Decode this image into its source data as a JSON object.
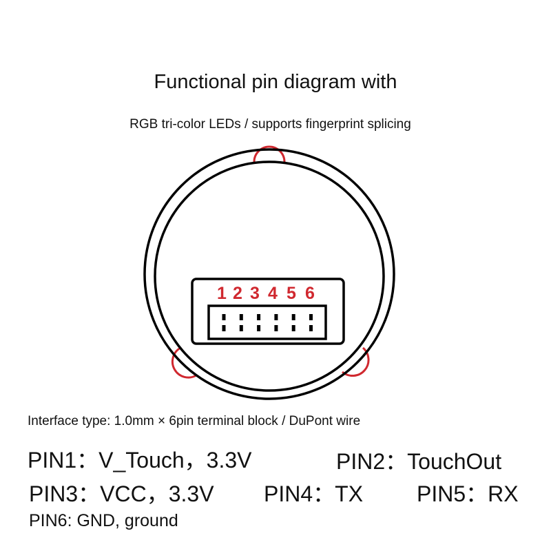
{
  "title": "Functional pin diagram with",
  "subtitle": "RGB tri-color LEDs / supports fingerprint splicing",
  "diagram": {
    "pin_numbers": [
      "1",
      "2",
      "3",
      "4",
      "5",
      "6"
    ],
    "accent_color": "#d0282f"
  },
  "interface": "Interface type: 1.0mm × 6pin terminal block / DuPont wire",
  "pins": {
    "pin1": "PIN1：V_Touch，3.3V",
    "pin2": "PIN2：TouchOut",
    "pin3": "PIN3：VCC，3.3V",
    "pin4": "PIN4：TX",
    "pin5": "PIN5：RX",
    "pin6": "PIN6: GND, ground"
  }
}
